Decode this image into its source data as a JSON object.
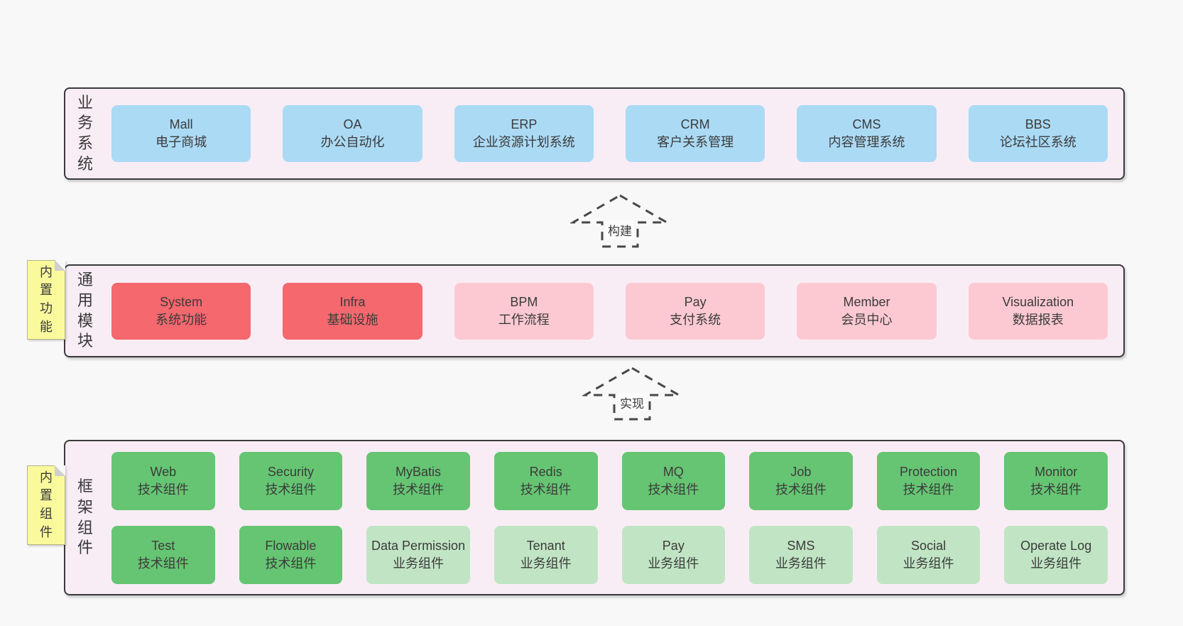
{
  "diagram": {
    "colors": {
      "page_bg": "#f8f8f8",
      "band_bg": "#f8edf5",
      "band_border": "#3a3a3a",
      "blue_box": "#abdaf4",
      "red_box": "#f4686e",
      "pink_box": "#fcc9d2",
      "green_box": "#66c573",
      "green_light_box": "#c1e5c4",
      "note_yellow": "#fafa9d",
      "text": "#3b3b3b"
    },
    "arrows": [
      {
        "label": "构建"
      },
      {
        "label": "实现"
      }
    ],
    "bands": [
      {
        "name": "业务系统",
        "boxes": [
          {
            "title": "Mall",
            "subtitle": "电子商城"
          },
          {
            "title": "OA",
            "subtitle": "办公自动化"
          },
          {
            "title": "ERP",
            "subtitle": "企业资源计划系统"
          },
          {
            "title": "CRM",
            "subtitle": "客户关系管理"
          },
          {
            "title": "CMS",
            "subtitle": "内容管理系统"
          },
          {
            "title": "BBS",
            "subtitle": "论坛社区系统"
          }
        ]
      },
      {
        "name": "通用模块",
        "note": "内置功能",
        "boxes": [
          {
            "title": "System",
            "subtitle": "系统功能"
          },
          {
            "title": "Infra",
            "subtitle": "基础设施"
          },
          {
            "title": "BPM",
            "subtitle": "工作流程"
          },
          {
            "title": "Pay",
            "subtitle": "支付系统"
          },
          {
            "title": "Member",
            "subtitle": "会员中心"
          },
          {
            "title": "Visualization",
            "subtitle": "数据报表"
          }
        ]
      },
      {
        "name": "框架组件",
        "note": "内置组件",
        "rows": [
          [
            {
              "title": "Web",
              "subtitle": "技术组件"
            },
            {
              "title": "Security",
              "subtitle": "技术组件"
            },
            {
              "title": "MyBatis",
              "subtitle": "技术组件"
            },
            {
              "title": "Redis",
              "subtitle": "技术组件"
            },
            {
              "title": "MQ",
              "subtitle": "技术组件"
            },
            {
              "title": "Job",
              "subtitle": "技术组件"
            },
            {
              "title": "Protection",
              "subtitle": "技术组件"
            },
            {
              "title": "Monitor",
              "subtitle": "技术组件"
            }
          ],
          [
            {
              "title": "Test",
              "subtitle": "技术组件"
            },
            {
              "title": "Flowable",
              "subtitle": "技术组件"
            },
            {
              "title": "Data Permission",
              "subtitle": "业务组件"
            },
            {
              "title": "Tenant",
              "subtitle": "业务组件"
            },
            {
              "title": "Pay",
              "subtitle": "业务组件"
            },
            {
              "title": "SMS",
              "subtitle": "业务组件"
            },
            {
              "title": "Social",
              "subtitle": "业务组件"
            },
            {
              "title": "Operate Log",
              "subtitle": "业务组件"
            }
          ]
        ]
      }
    ]
  }
}
